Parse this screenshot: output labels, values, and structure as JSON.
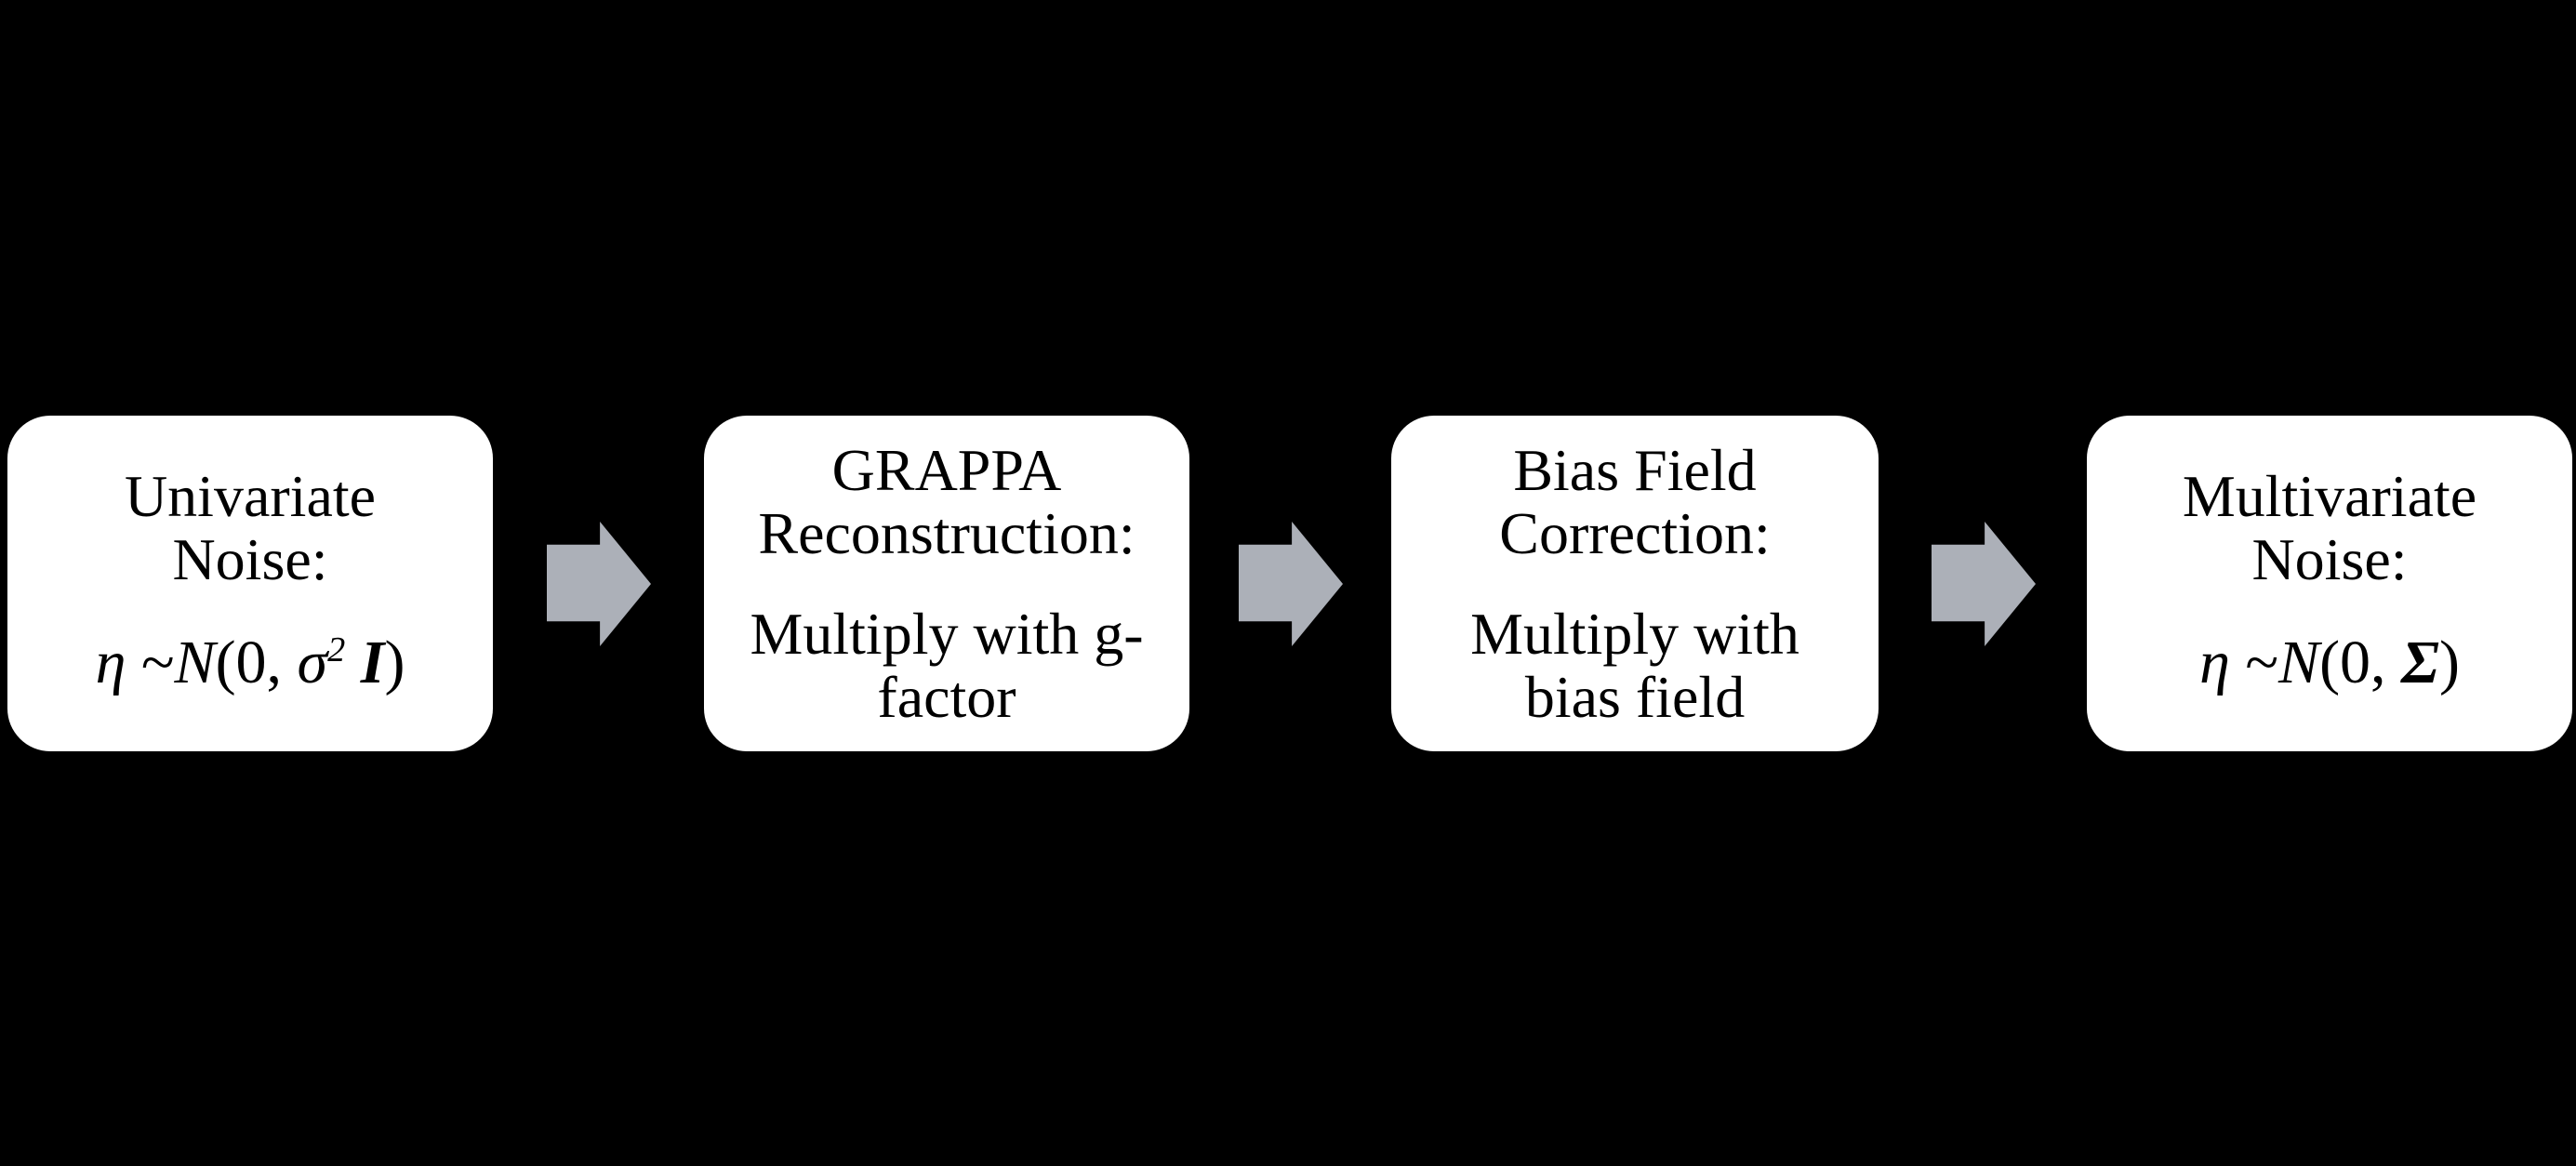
{
  "colors": {
    "background": "#000000",
    "box_fill": "#ffffff",
    "text": "#000000",
    "arrow": "#acb0b8"
  },
  "boxes": [
    {
      "name": "univariate-noise",
      "title_lines": [
        "Univariate",
        "Noise:"
      ],
      "formula": {
        "eta": "η",
        "relation": " ~",
        "dist": "N",
        "open": "(0, ",
        "sigma": "σ",
        "exponent": "2",
        "gap": " ",
        "matrix": "I",
        "close": ")"
      }
    },
    {
      "name": "grappa-reconstruction",
      "title_lines": [
        "GRAPPA",
        "Reconstruction:"
      ],
      "body_lines": [
        "Multiply with g-",
        "factor"
      ]
    },
    {
      "name": "bias-field-correction",
      "title_lines": [
        "Bias Field",
        "Correction:"
      ],
      "body_lines": [
        "Multiply with",
        "bias field"
      ]
    },
    {
      "name": "multivariate-noise",
      "title_lines": [
        "Multivariate",
        "Noise:"
      ],
      "formula": {
        "eta": "η",
        "relation": " ~",
        "dist": "N",
        "open": "(0, ",
        "covariance": "Σ",
        "close": ")"
      }
    }
  ]
}
